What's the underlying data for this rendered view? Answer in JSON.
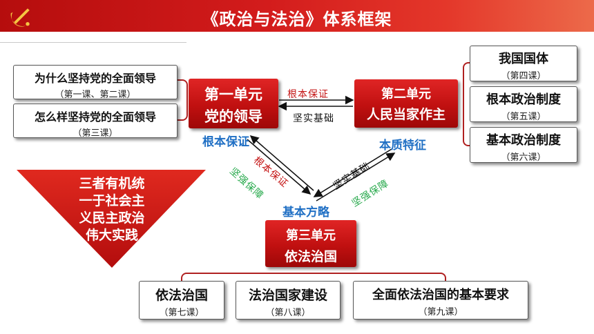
{
  "header": {
    "title": "《政治与法治》体系框架"
  },
  "left_boxes": [
    {
      "main": "为什么坚持党的全面领导",
      "sub": "（第一课、第二课）"
    },
    {
      "main": "怎么样坚持党的全面领导",
      "sub": "（第三课）"
    }
  ],
  "right_boxes": [
    {
      "main": "我国国体",
      "sub": "（第四课）"
    },
    {
      "main": "根本政治制度",
      "sub": "（第五课）"
    },
    {
      "main": "基本政治制度",
      "sub": "（第六课）"
    }
  ],
  "bottom_boxes": [
    {
      "main": "依法治国",
      "sub": "（第七课）"
    },
    {
      "main": "法治国家建设",
      "sub": "（第八课）"
    },
    {
      "main": "全面依法治国的基本要求",
      "sub": "（第九课）"
    }
  ],
  "units": {
    "unit1": {
      "line1": "第一单元",
      "line2": "党的领导",
      "caption": "根本保证"
    },
    "unit2": {
      "line1": "第二单元",
      "line2": "人民当家作主",
      "caption": "本质特征"
    },
    "unit3": {
      "line1": "第三单元",
      "line2": "依法治国",
      "caption": "基本方略"
    }
  },
  "arrow_labels": {
    "top_red": "根本保证",
    "top_black": "坚实基础",
    "left_red": "根本保证",
    "left_green": "坚强保障",
    "right_black": "坚实基础",
    "right_green": "坚强保障"
  },
  "triangle": {
    "lines": [
      "三者有机统",
      "一于社会主",
      "义民主政治",
      "伟大实践"
    ]
  },
  "colors": {
    "red": "#c41414",
    "blue": "#1f6fc4",
    "green": "#25a84a",
    "header_red": "#d31c1c"
  }
}
